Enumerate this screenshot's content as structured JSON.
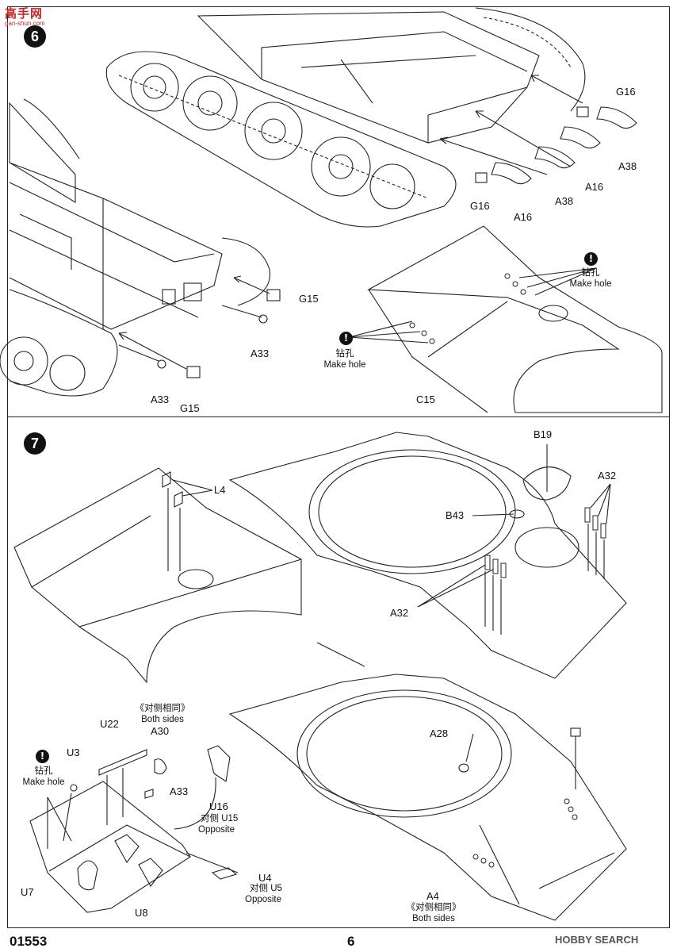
{
  "header": {
    "site_logo_text": "高手网",
    "site_logo_url": "gan-shun.com"
  },
  "step6": {
    "number": "6",
    "labels": [
      "G16",
      "A38",
      "A16",
      "G16",
      "A16",
      "A38",
      "G15",
      "A33",
      "A33",
      "G15",
      "C15"
    ],
    "hole_notes": [
      {
        "icon": "!",
        "cn": "钻孔",
        "en": "Make hole"
      },
      {
        "icon": "!",
        "cn": "钻孔",
        "en": "Make hole"
      }
    ]
  },
  "step7": {
    "number": "7",
    "labels": [
      "L4",
      "B19",
      "A32",
      "B43",
      "A32",
      "A28"
    ],
    "lower_labels": {
      "both_sides_cn_1": "《对侧相同》",
      "both_sides_en_1": "Both sides",
      "u22": "U22",
      "a30": "A30",
      "u3": "U3",
      "a33": "A33",
      "u16": "U16",
      "opp1_cn": "对侧 U15",
      "opp1_en": "Opposite",
      "u4": "U4",
      "opp2_cn": "对侧 U5",
      "opp2_en": "Opposite",
      "u7": "U7",
      "u8": "U8",
      "a4": "A4",
      "both_sides_cn_2": "《对侧相同》",
      "both_sides_en_2": "Both sides"
    },
    "hole_note": {
      "icon": "!",
      "cn": "钻孔",
      "en": "Make hole"
    }
  },
  "footer": {
    "kit_code": "01553",
    "page_number": "6",
    "watermark": "HOBBY SEARCH"
  }
}
